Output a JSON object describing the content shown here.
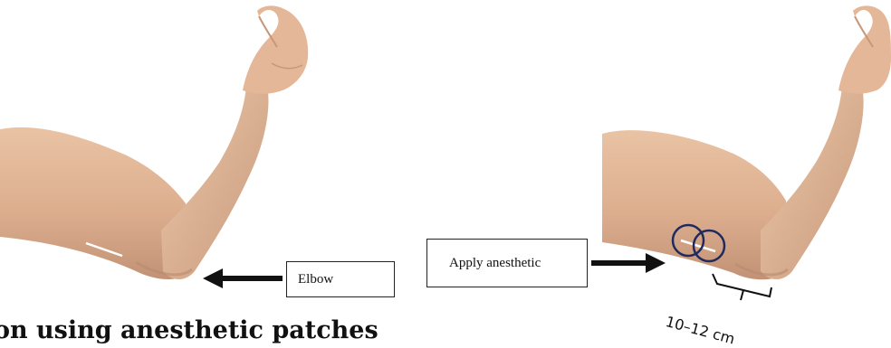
{
  "labels": {
    "elbow": "Elbow",
    "apply_anesthetic": "Apply anesthetic",
    "distance": "10–12 cm"
  },
  "caption": "on using anesthetic patches",
  "colors": {
    "skin": "#dcae8e",
    "skin_shadow": "#c39276",
    "skin_highlight": "#ebc7a9",
    "circle": "#1f2a5e",
    "arrow": "#111111",
    "mark": "#ffffff"
  },
  "icons": {
    "left_arrow": "arrow-left-icon",
    "right_arrow": "arrow-right-icon"
  }
}
